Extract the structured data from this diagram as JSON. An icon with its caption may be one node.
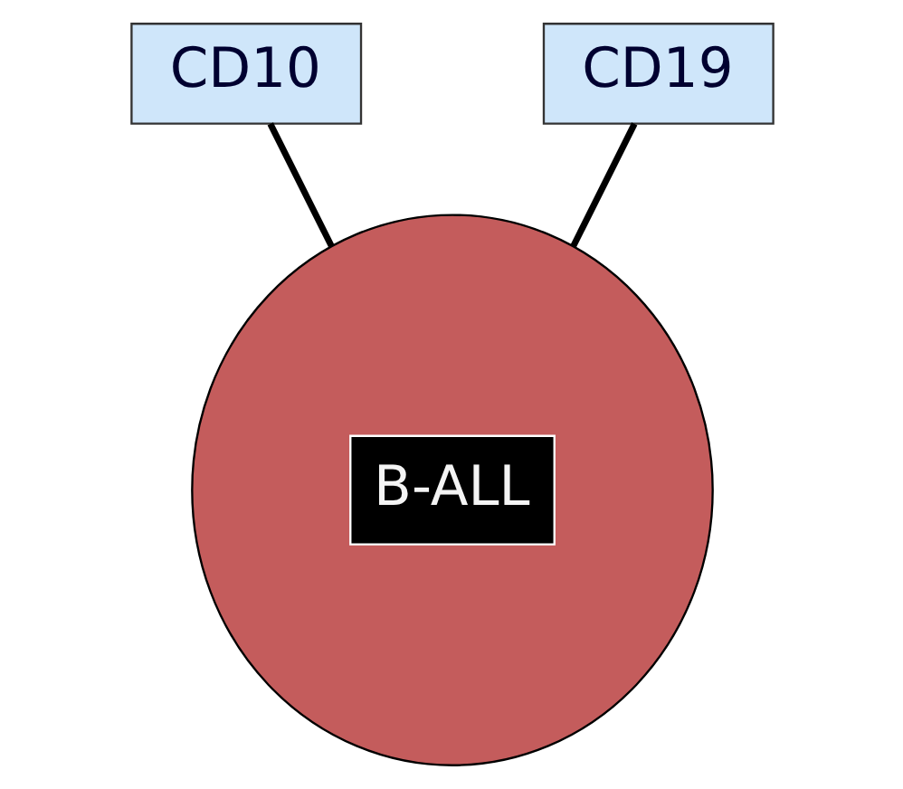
{
  "diagram": {
    "nodes": [
      {
        "text": [
          "CD10"
        ]
      },
      {
        "text": [
          "CD19"
        ]
      },
      {
        "text": [
          "B-ALL"
        ]
      }
    ],
    "edges": [
      {
        "from": 0,
        "to": 2,
        "arrow": "none"
      },
      {
        "from": 1,
        "to": 2,
        "arrow": "none"
      }
    ]
  }
}
